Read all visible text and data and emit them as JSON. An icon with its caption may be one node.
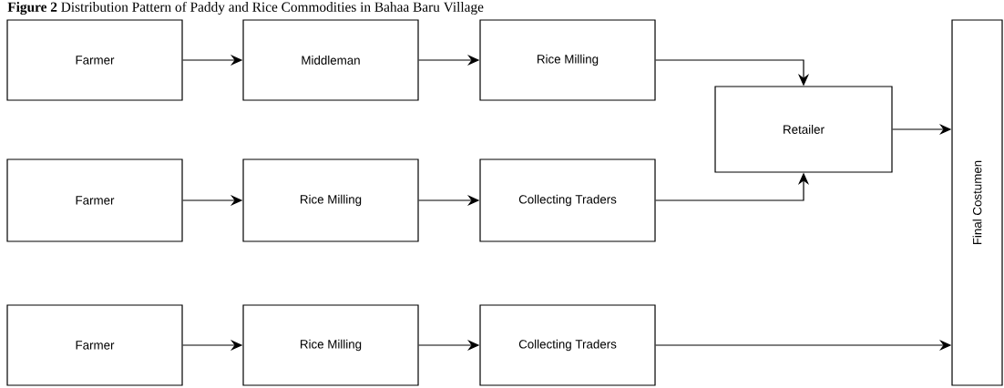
{
  "diagram": {
    "title": "**Figure 2** Distribution Pattern of Paddy and Rice Commodities in Bahaa Baru Village",
    "nodes": [
      {
        "text": [
          "Farmer"
        ]
      },
      {
        "text": [
          "Middleman"
        ]
      },
      {
        "text": [
          "Rice Milling"
        ]
      },
      {
        "text": [
          "Retailer"
        ]
      },
      {
        "text": [
          "Final Costumen"
        ]
      },
      {
        "text": [
          "Farmer"
        ]
      },
      {
        "text": [
          "Rice Milling"
        ]
      },
      {
        "text": [
          "Collecting Traders"
        ]
      },
      {
        "text": [
          "Farmer"
        ]
      },
      {
        "text": [
          "Rice Milling"
        ]
      },
      {
        "text": [
          "Collecting Traders"
        ]
      }
    ],
    "edges": [
      {
        "from": 0,
        "to": 1,
        "arrow": "to"
      },
      {
        "from": 1,
        "to": 2,
        "arrow": "to"
      },
      {
        "from": 2,
        "to": 3,
        "arrow": "to"
      },
      {
        "from": 3,
        "to": 4,
        "arrow": "to"
      },
      {
        "from": 5,
        "to": 6,
        "arrow": "to"
      },
      {
        "from": 6,
        "to": 7,
        "arrow": "to"
      },
      {
        "from": 7,
        "to": 3,
        "arrow": "to"
      },
      {
        "from": 8,
        "to": 9,
        "arrow": "to"
      },
      {
        "from": 9,
        "to": 10,
        "arrow": "to"
      },
      {
        "from": 10,
        "to": 4,
        "arrow": "to"
      }
    ]
  }
}
